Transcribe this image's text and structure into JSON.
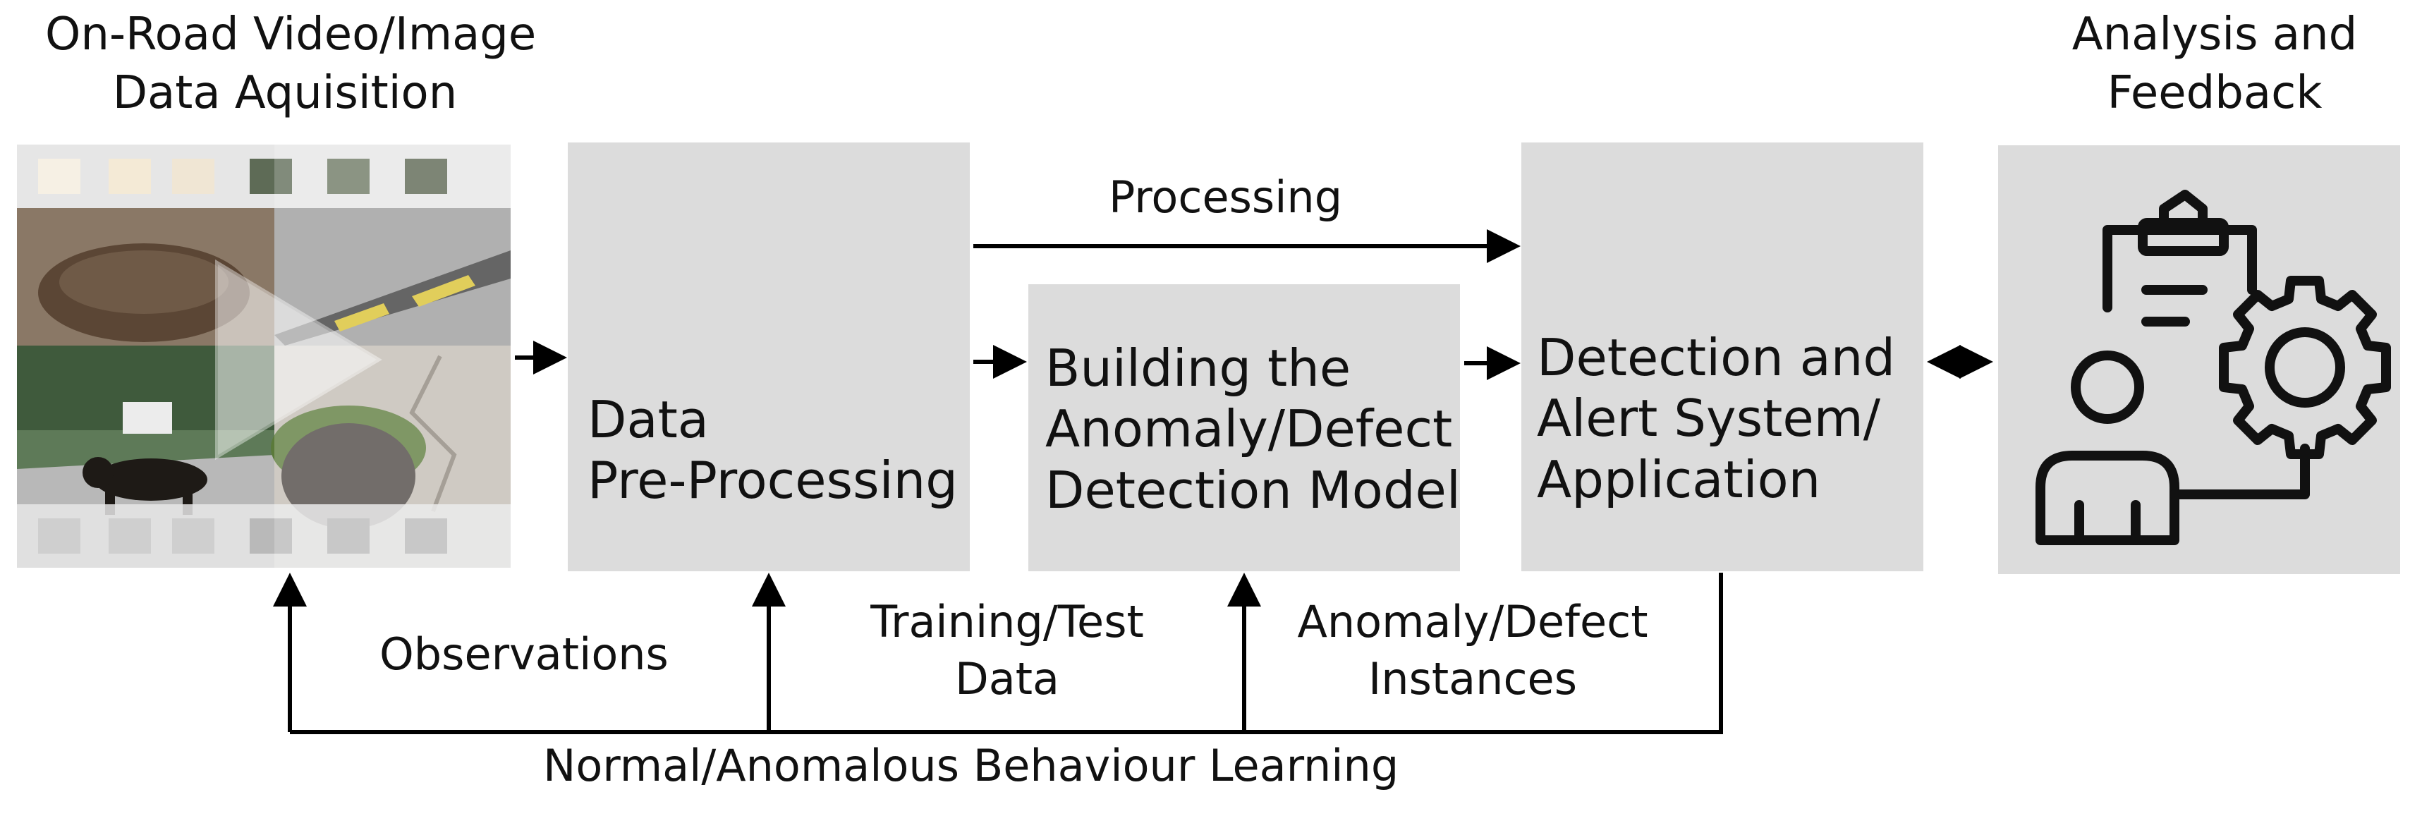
{
  "diagram": {
    "acquisition_title_line1": "On-Road Video/Image",
    "acquisition_title_line2": "Data Aquisition",
    "preprocessing_line1": "Data",
    "preprocessing_line2": "Pre-Processing",
    "model_line1": "Building the",
    "model_line2": "Anomaly/Defect",
    "model_line3": "Detection Model",
    "detection_line1": "Detection and",
    "detection_line2": "Alert System/",
    "detection_line3": "Application",
    "analysis_title_line1": "Analysis and",
    "analysis_title_line2": "Feedback",
    "processing_label": "Processing",
    "observations_label": "Observations",
    "training_line1": "Training/Test",
    "training_line2": "Data",
    "instances_line1": "Anomaly/Defect",
    "instances_line2": "Instances",
    "learning_label": "Normal/Anomalous Behaviour Learning"
  },
  "icons": {
    "acquisition": "video-play-icon",
    "analysis": "clipboard-user-gear-icon"
  },
  "colors": {
    "box_fill": "#dcdcdc",
    "line": "#000000"
  }
}
